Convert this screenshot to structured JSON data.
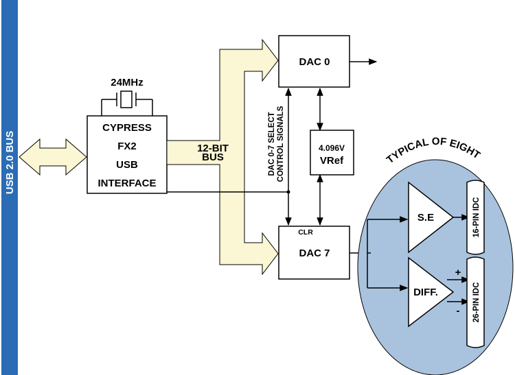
{
  "bus_label": "USB 2.0 BUS",
  "crystal_label": "24MHz",
  "interface_lines": [
    "CYPRESS",
    "FX2",
    "USB",
    "INTERFACE"
  ],
  "bus_width_lines": [
    "12-BIT",
    "BUS"
  ],
  "dac_top_label": "DAC 0",
  "dac_bottom_label": "DAC 7",
  "clr_label": "CLR",
  "select_lines": [
    "DAC 0-7 SELECT",
    "CONTROL SIGNALS"
  ],
  "vref_lines": [
    "4.096V",
    "VRef"
  ],
  "typical_label": "TYPICAL OF EIGHT",
  "se_label": "S.E",
  "diff_label": "DIFF.",
  "plus_label": "+",
  "minus_label": "-",
  "idc16_label": "16-PIN IDC",
  "idc26_label": "26-PIN IDC",
  "colors": {
    "bus_blue": "#2b6cb5",
    "bus_arrow_fill": "#fbf6d3",
    "ellipse_fill": "#a9c3de",
    "line": "#000000"
  }
}
